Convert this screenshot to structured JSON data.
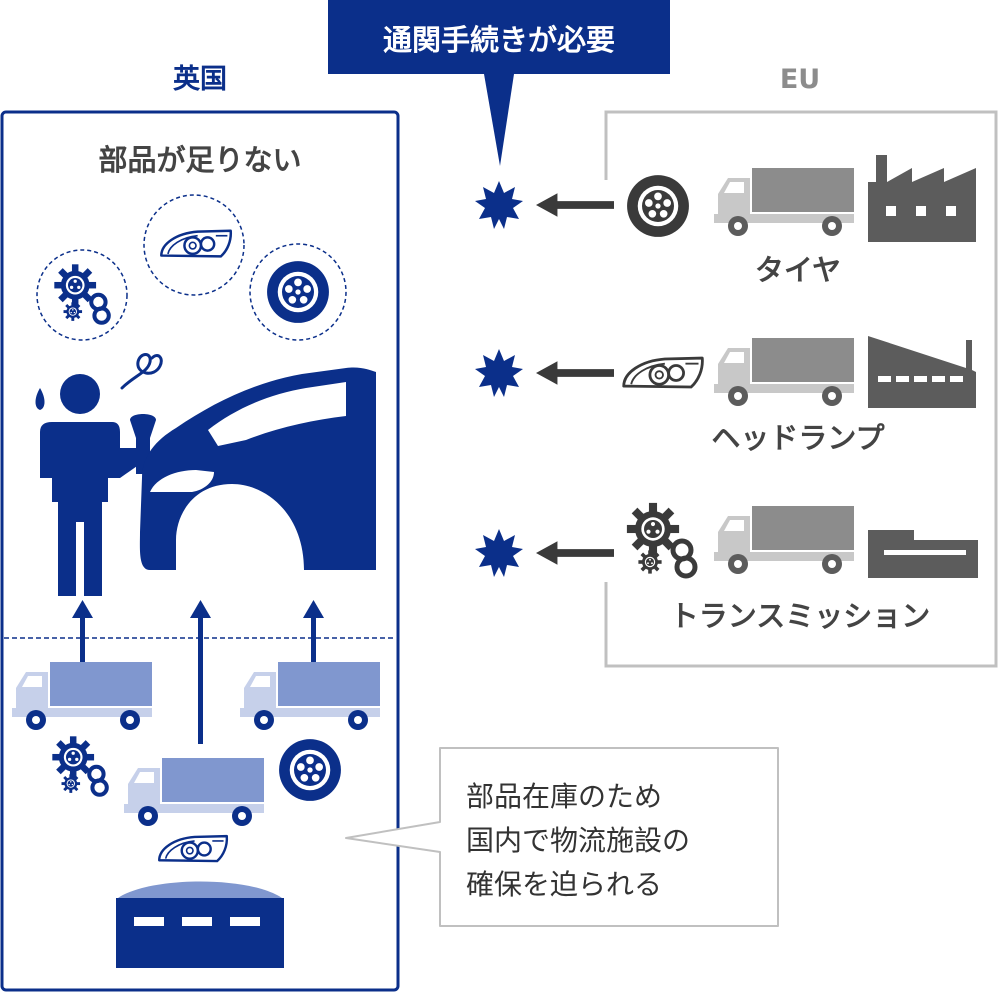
{
  "uk": {
    "label": "英国",
    "shortage_text": "部品が足りない"
  },
  "eu": {
    "label": "EU"
  },
  "customs": {
    "label": "通関手続きが必要"
  },
  "parts": [
    {
      "name": "タイヤ",
      "icon": "tire-icon"
    },
    {
      "name": "ヘッドランプ",
      "icon": "headlamp-icon"
    },
    {
      "name": "トランスミッション",
      "icon": "gear-icon"
    }
  ],
  "callout": {
    "line1": "部品在庫のため",
    "line2": "国内で物流施設の",
    "line3": "確保を迫られる"
  },
  "colors": {
    "uk_blue": "#0b2f8a",
    "light_blue": "#8097cf",
    "pale_blue": "#c6d0ea",
    "eu_gray": "#8c8c8c",
    "dark_gray": "#5c5c5c",
    "light_gray": "#c8c8c8",
    "border_gray": "#c0c0c0"
  }
}
